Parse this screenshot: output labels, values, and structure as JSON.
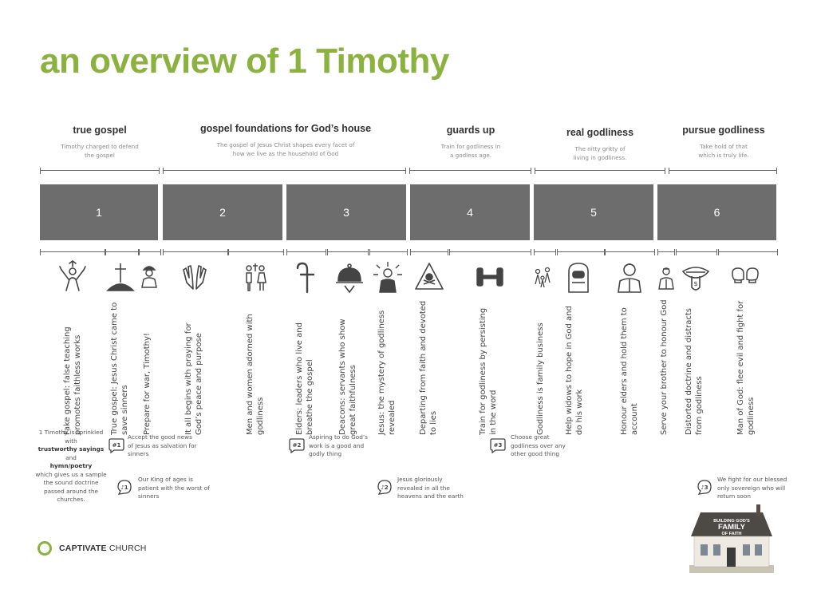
{
  "title": "an overview of 1 Timothy",
  "sections": [
    {
      "heading": "true gospel",
      "desc": "Timothy charged to defend the gospel"
    },
    {
      "heading": "gospel foundations for God’s house",
      "desc": "The gospel of Jesus Christ shapes every facet of how we live as the household of God"
    },
    {
      "heading": "guards up",
      "desc": "Train for godliness in a godless age."
    },
    {
      "heading": "real godliness",
      "desc": "The nitty gritty of living in godliness."
    },
    {
      "heading": "pursue godliness",
      "desc": "Take hold of that which is truly life."
    }
  ],
  "chapters": [
    "1",
    "2",
    "3",
    "4",
    "5",
    "6"
  ],
  "topics": [
    {
      "label": "Fake gospel: false teaching promotes faithless works",
      "icon": "false-teacher-icon"
    },
    {
      "label": "True gospel: Jesus Christ came to save sinners",
      "icon": "cross-on-hill-icon"
    },
    {
      "label": "Prepare for war, Timothy!",
      "icon": "soldier-icon"
    },
    {
      "label": "It all begins with praying for God’s peace and purpose",
      "icon": "praying-hands-icon"
    },
    {
      "label": "Men and women adorned with godliness",
      "icon": "man-woman-icon"
    },
    {
      "label": "Elders: leaders who live and breathe the gospel",
      "icon": "shepherd-staff-icon"
    },
    {
      "label": "Deacons: servants who show great faithfulness",
      "icon": "serving-cloche-icon"
    },
    {
      "label": "Jesus: the mystery of godliness revealed",
      "icon": "radiant-jesus-icon"
    },
    {
      "label": "Departing from faith and devoted to lies",
      "icon": "warning-poison-icon"
    },
    {
      "label": "Train for godliness by persisting in the word",
      "icon": "dumbbell-icon"
    },
    {
      "label": "Godliness is family business",
      "icon": "family-icon"
    },
    {
      "label": "Help widows to hope in God and do his work",
      "icon": "widow-icon"
    },
    {
      "label": "Honour elders and hold them to account",
      "icon": "elder-icon"
    },
    {
      "label": "Serve your brother to honour God",
      "icon": "servant-icon"
    },
    {
      "label": "Distorted doctrine and distracts from godliness",
      "icon": "money-mouth-icon"
    },
    {
      "label": "Man of God: flee evil and fight for godliness",
      "icon": "boxing-gloves-icon"
    }
  ],
  "intro": {
    "pre": "1 Timothy is sprinkled with",
    "bold1": "trustworthy sayings",
    "and": "and",
    "bold2": "hymn/poetry",
    "post": "which gives us a sample the sound doctrine passed around the churches."
  },
  "sayings": [
    {
      "badge": "#1",
      "text": "Accept the good news of Jesus as salvation for sinners"
    },
    {
      "badge": "#2",
      "text": "Aspiring to do God’s work is a good and godly thing"
    },
    {
      "badge": "#3",
      "text": "Choose great godliness over any other good thing"
    }
  ],
  "hymns": [
    {
      "badge": "♪1",
      "text": "Our King of ages is patient with the worst of sinners"
    },
    {
      "badge": "♪2",
      "text": "Jesus gloriously revealed in all the heavens and the earth"
    },
    {
      "badge": "♪3",
      "text": "We fight for our blessed only sovereign who will return soon"
    }
  ],
  "logo": {
    "bold": "CAPTIVATE",
    "rest": " CHURCH"
  },
  "series_sign": {
    "line1": "BUILDING GOD'S",
    "line2": "FAMILY",
    "line3": "OF FAITH"
  },
  "colors": {
    "accent": "#8bb23f",
    "chapter_fill": "#6d6d6d"
  }
}
